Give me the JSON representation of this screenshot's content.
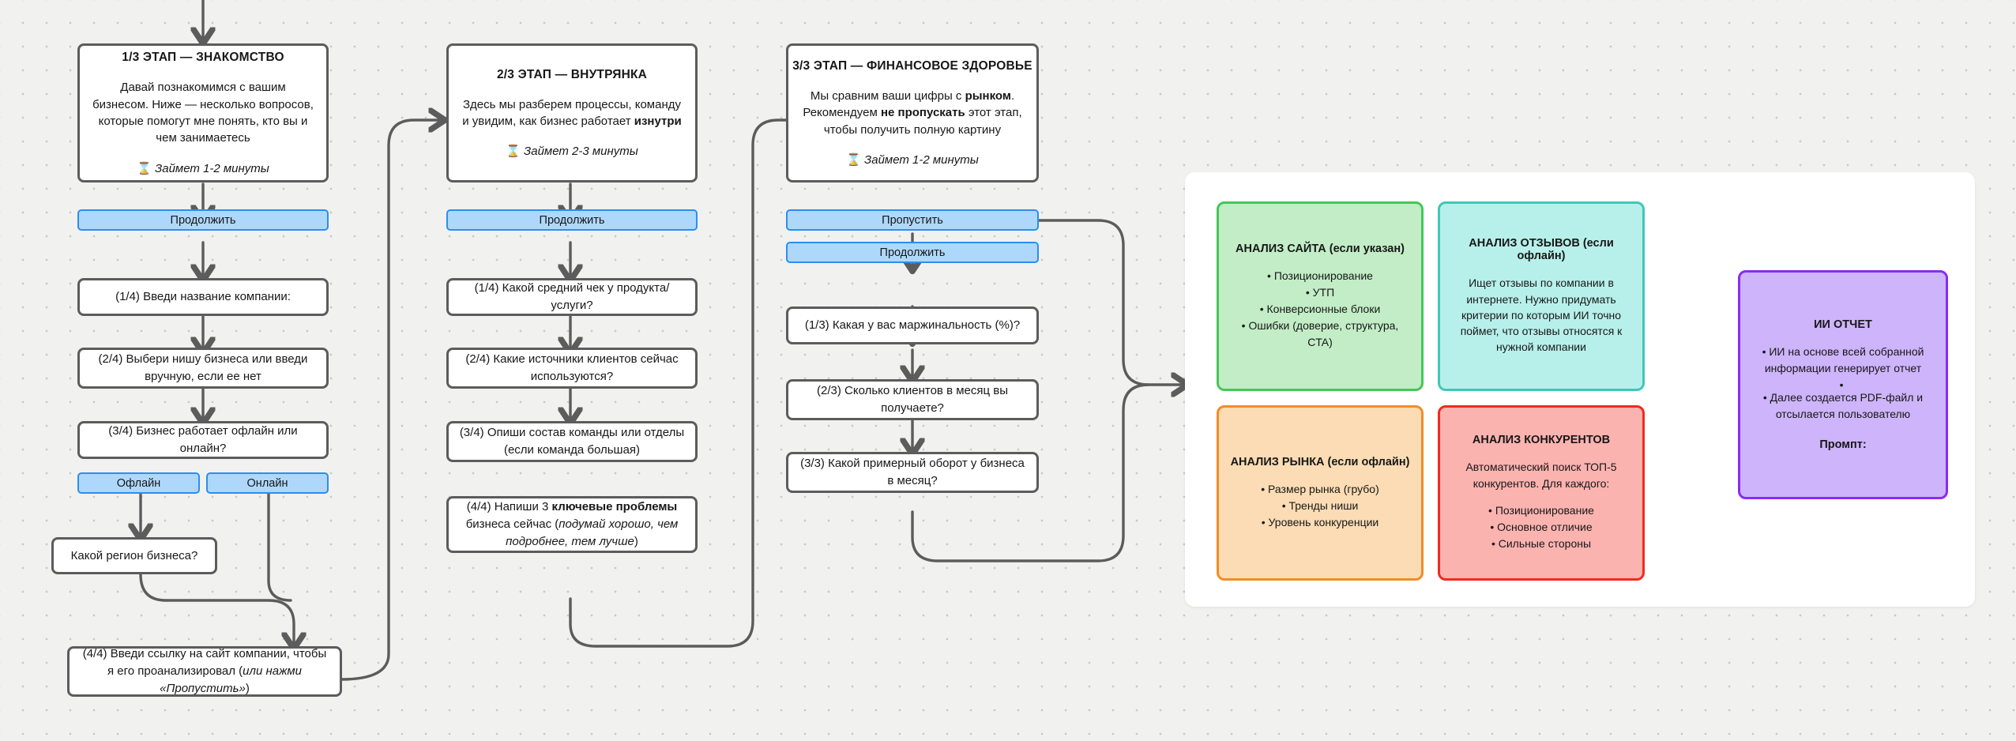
{
  "canvas": {
    "background": "#f1f1f0",
    "dot_color": "#c9c9c7"
  },
  "colors": {
    "card_border": "#5c5c5c",
    "button_fill": "#aed8fb",
    "button_border": "#2b8ef0",
    "green": "#45c756",
    "teal": "#3fc7bb",
    "orange": "#f28c28",
    "red": "#f02b1e",
    "purple": "#8b2bf0"
  },
  "stages": [
    {
      "id": "stage1",
      "title": "1/3 ЭТАП — ЗНАКОМСТВО",
      "body": "Давай познакомимся с вашим бизнесом. Ниже — несколько вопросов, которые помогут мне понять, кто вы и чем занимаетесь",
      "timing_icon": "hourglass-icon",
      "timing_glyph": "⌛",
      "timing": "Займет 1-2 минуты",
      "buttons": [
        "Продолжить"
      ]
    },
    {
      "id": "stage2",
      "title": "2/3 ЭТАП — ВНУТРЯНКА",
      "body_pre": "Здесь мы разберем процессы, команду и увидим, как бизнес работает ",
      "body_bold": "изнутри",
      "timing_glyph": "⌛",
      "timing": "Займет 2-3 минуты",
      "buttons": [
        "Продолжить"
      ]
    },
    {
      "id": "stage3",
      "title": "3/3 ЭТАП — ФИНАНСОВОЕ ЗДОРОВЬЕ",
      "body_l1_pre": "Мы сравним ваши цифры с ",
      "body_l1_bold": "рынком",
      "body_l1_post": ".",
      "body_l2_pre": "Рекомендуем ",
      "body_l2_bold": "не пропускать",
      "body_l2_post": " этот этап,",
      "body_l3": "чтобы получить полную картину",
      "timing_glyph": "⌛",
      "timing": "Займет 1-2 минуты",
      "buttons": [
        "Пропустить",
        "Продолжить"
      ]
    }
  ],
  "questions_col1": [
    {
      "text": "(1/4) Введи название компании:"
    },
    {
      "text": "(2/4) Выбери нишу бизнеса или введи вручную, если ее нет"
    },
    {
      "text": "(3/4) Бизнес работает офлайн или онлайн?"
    }
  ],
  "choice_buttons": [
    "Офлайн",
    "Онлайн"
  ],
  "region_box": "Какой регион бизнеса?",
  "site_box": {
    "pre": "(4/4) Введи ссылку на сайт компании, чтобы я его проанализировал (",
    "italic": "или нажми «Пропустить»",
    "post": ")"
  },
  "questions_col2": [
    {
      "text": "(1/4) Какой средний чек у продукта/услуги?"
    },
    {
      "text": "(2/4) Какие источники клиентов сейчас используются?"
    },
    {
      "text": "(3/4) Опиши состав команды или отделы (если команда большая)"
    }
  ],
  "col2_last": {
    "pre": "(4/4) Напиши 3 ",
    "bold": "ключевые проблемы",
    "mid": " бизнеса сейчас (",
    "italic": "подумай хорошо, чем подробнее, тем лучше",
    "post": ")"
  },
  "questions_col3": [
    {
      "text": "(1/3) Какая у вас маржинальность (%)?"
    },
    {
      "text": "(2/3) Сколько клиентов в месяц вы получаете?"
    },
    {
      "text": "(3/3) Какой примерный оборот у бизнеса в месяц?"
    }
  ],
  "analysis_cards": [
    {
      "id": "site-analysis",
      "title": "АНАЛИЗ САЙТА (если указан)",
      "bullets": [
        "Позиционирование",
        "УТП",
        "Конверсионные блоки",
        "Ошибки (доверие, структура, CTA)"
      ],
      "color": "green"
    },
    {
      "id": "reviews-analysis",
      "title": "АНАЛИЗ ОТЗЫВОВ (если офлайн)",
      "paragraph": "Ищет отзывы по компании в интернете. Нужно придумать критерии по которым ИИ точно поймет, что отзывы относятся к нужной компании",
      "color": "teal"
    },
    {
      "id": "market-analysis",
      "title": "АНАЛИЗ РЫНКА (если офлайн)",
      "bullets": [
        "Размер рынка (грубо)",
        "Тренды ниши",
        "Уровень конкуренции"
      ],
      "color": "orange"
    },
    {
      "id": "competitors-analysis",
      "title": "АНАЛИЗ КОНКУРЕНТОВ",
      "paragraph": "Автоматический поиск ТОП-5 конкурентов. Для каждого:",
      "bullets": [
        "Позиционирование",
        "Основное отличие",
        "Сильные стороны"
      ],
      "color": "red"
    }
  ],
  "report_card": {
    "id": "ai-report",
    "title": "ИИ ОТЧЕТ",
    "bullets": [
      "ИИ на основе всей собранной информации генерирует отчет",
      "Далее создается PDF-файл и отсылается пользователю"
    ],
    "footer": "Промпт:",
    "color": "purple"
  }
}
